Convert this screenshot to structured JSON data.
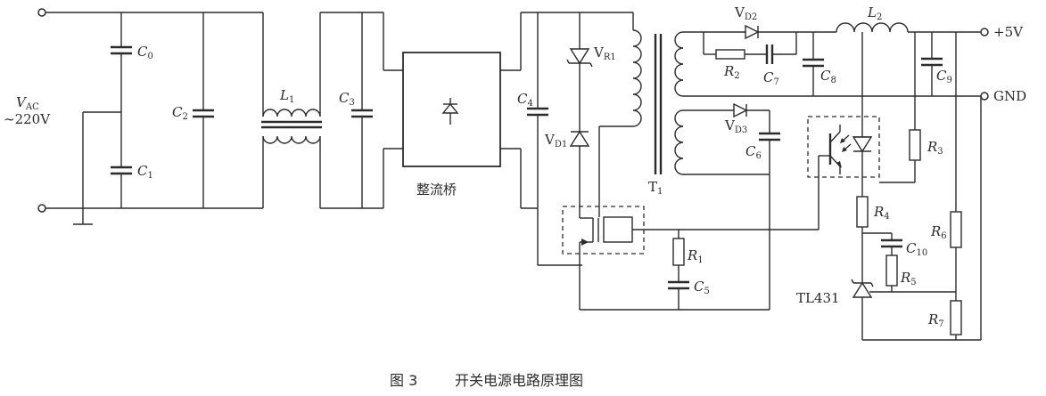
{
  "labels": {
    "vac": "V",
    "vac_sub": "AC",
    "vac_value": "~220V",
    "c0": "C",
    "c0_sub": "0",
    "c1": "C",
    "c1_sub": "1",
    "c2": "C",
    "c2_sub": "2",
    "l1": "L",
    "l1_sub": "1",
    "c3": "C",
    "c3_sub": "3",
    "bridge": "整流桥",
    "c4": "C",
    "c4_sub": "4",
    "vr1": "V",
    "vr1_sub": "R1",
    "vd1": "V",
    "vd1_sub": "D1",
    "t1": "T",
    "t1_sub": "1",
    "vd2": "V",
    "vd2_sub": "D2",
    "r2": "R",
    "r2_sub": "2",
    "c7": "C",
    "c7_sub": "7",
    "c8": "C",
    "c8_sub": "8",
    "l2": "L",
    "l2_sub": "2",
    "c9": "C",
    "c9_sub": "9",
    "plus5v": "+5V",
    "gnd": "GND",
    "vd3": "V",
    "vd3_sub": "D3",
    "c6": "C",
    "c6_sub": "6",
    "r3": "R",
    "r3_sub": "3",
    "r4": "R",
    "r4_sub": "4",
    "c10": "C",
    "c10_sub": "10",
    "r6": "R",
    "r6_sub": "6",
    "r5": "R",
    "r5_sub": "5",
    "r1": "R",
    "r1_sub": "1",
    "c5": "C",
    "c5_sub": "5",
    "tl431": "TL431",
    "r7": "R",
    "r7_sub": "7"
  },
  "caption": {
    "figure": "图 3",
    "title": "开关电源电路原理图"
  }
}
